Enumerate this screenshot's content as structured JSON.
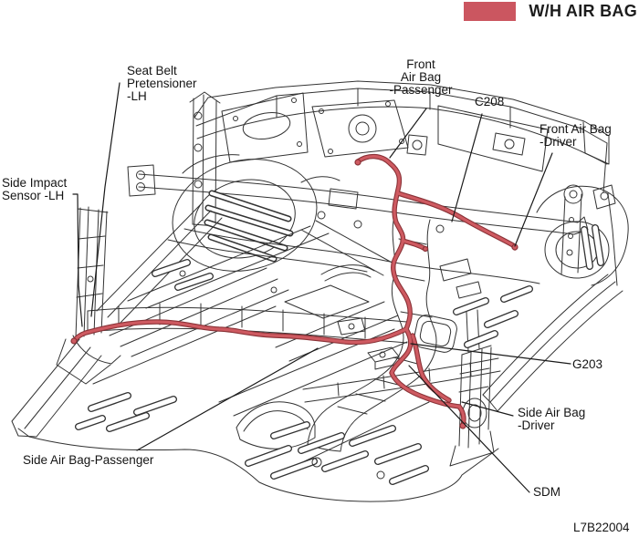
{
  "header": {
    "title": "W/H AIR BAG",
    "swatch_color": "#cb5660"
  },
  "callouts": {
    "seat_belt_pretensioner_lh": {
      "text": "Seat Belt\nPretensioner\n-LH"
    },
    "side_impact_sensor_lh": {
      "text": "Side Impact\nSensor -LH"
    },
    "front_air_bag_passenger": {
      "text": "Front\nAir Bag\n-Passenger"
    },
    "c208": {
      "text": "C208"
    },
    "front_air_bag_driver": {
      "text": "Front Air Bag\n-Driver"
    },
    "g203": {
      "text": "G203"
    },
    "side_air_bag_driver": {
      "text": "Side Air Bag\n-Driver"
    },
    "sdm": {
      "text": "SDM"
    },
    "side_air_bag_passenger": {
      "text": "Side Air Bag-Passenger"
    }
  },
  "figure_code": "L7B22004",
  "colors": {
    "harness_highlight": "#ce5a61",
    "harness_outline": "#8a3237",
    "line_art": "#333333",
    "legend_swatch": "#cb5660"
  }
}
